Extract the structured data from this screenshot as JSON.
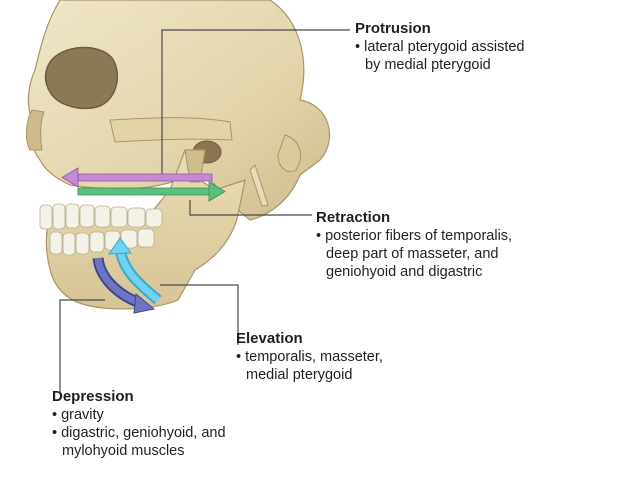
{
  "diagram": {
    "labels": {
      "protrusion": {
        "title": "Protrusion",
        "lines": [
          "• lateral pterygoid assisted",
          "by medial pterygoid"
        ]
      },
      "retraction": {
        "title": "Retraction",
        "lines": [
          "• posterior fibers of temporalis,",
          "deep part of masseter, and",
          "geniohyoid and digastric"
        ]
      },
      "elevation": {
        "title": "Elevation",
        "lines": [
          "• temporalis, masseter,",
          "medial pterygoid"
        ]
      },
      "depression": {
        "title": "Depression",
        "lines": [
          "• gravity",
          "• digastric, geniohyoid, and",
          "mylohyoid muscles"
        ]
      }
    },
    "arrow_colors": {
      "protrusion": "#c58ad6",
      "retraction": "#5cbf7d",
      "elevation": "#4fc3e8",
      "depression": "#5a62b5"
    },
    "bone_color": "#e8dcb8",
    "teeth_color": "#f4f1e6"
  }
}
